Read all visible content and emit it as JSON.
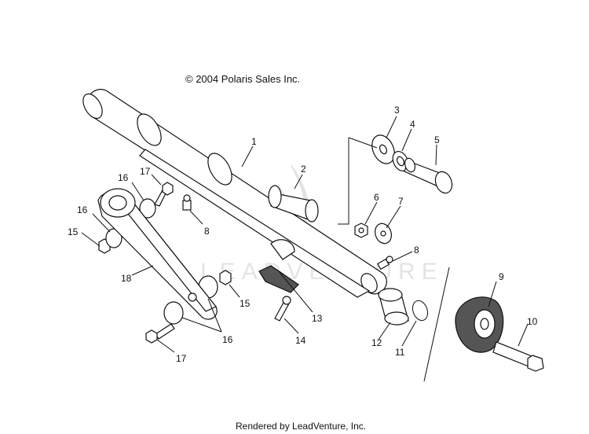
{
  "copyright": "© 2004 Polaris Sales Inc.",
  "footer": "Rendered by LeadVenture, Inc.",
  "watermark": "LEADVENTURE",
  "callouts": {
    "c1": "1",
    "c2": "2",
    "c3": "3",
    "c4": "4",
    "c5": "5",
    "c6": "6",
    "c7": "7",
    "c8a": "8",
    "c8b": "8",
    "c9": "9",
    "c10": "10",
    "c11": "11",
    "c12": "12",
    "c13": "13",
    "c14": "14",
    "c15a": "15",
    "c15b": "15",
    "c16a": "16",
    "c16b": "16",
    "c16c": "16",
    "c17a": "17",
    "c17b": "17",
    "c18": "18"
  }
}
